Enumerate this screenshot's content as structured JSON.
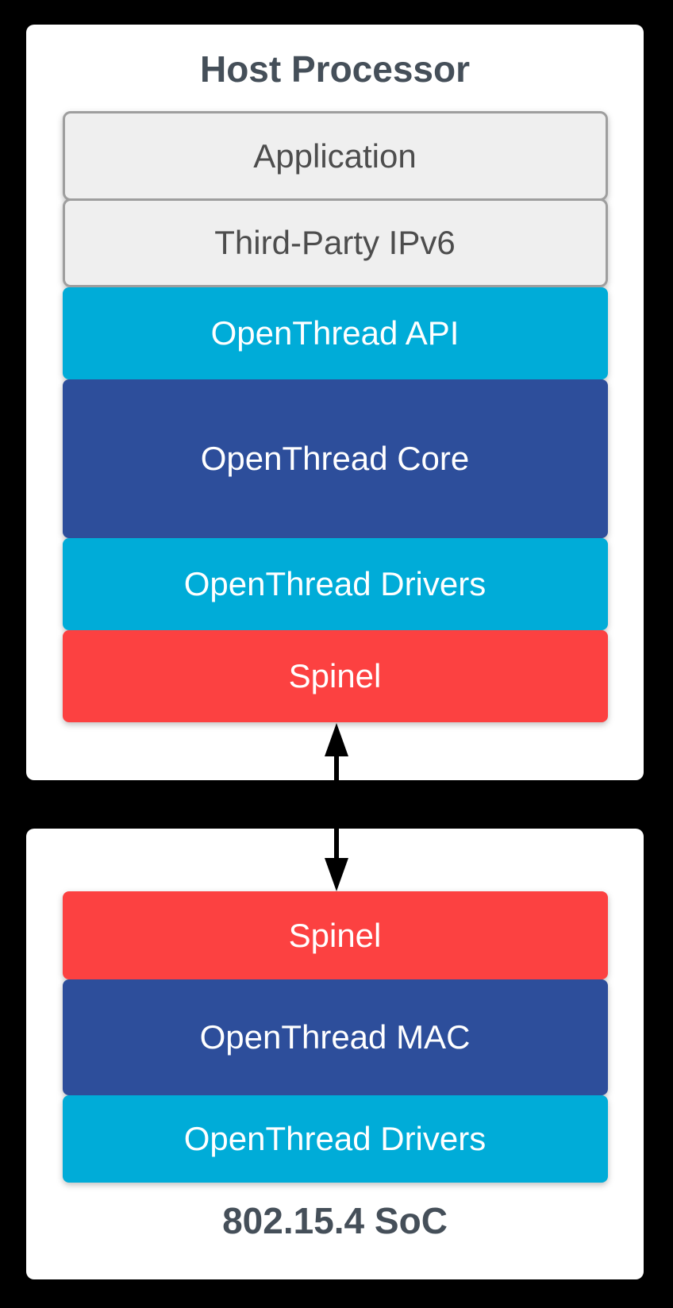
{
  "host": {
    "title": "Host Processor",
    "layers": [
      {
        "label": "Application",
        "type": "gray"
      },
      {
        "label": "Third-Party IPv6",
        "type": "gray"
      },
      {
        "label": "OpenThread API",
        "type": "cyan"
      },
      {
        "label": "OpenThread Core",
        "type": "blue"
      },
      {
        "label": "OpenThread Drivers",
        "type": "cyan"
      },
      {
        "label": "Spinel",
        "type": "red"
      }
    ]
  },
  "soc": {
    "title": "802.15.4 SoC",
    "layers": [
      {
        "label": "Spinel",
        "type": "red"
      },
      {
        "label": "OpenThread MAC",
        "type": "blue"
      },
      {
        "label": "OpenThread Drivers",
        "type": "cyan"
      }
    ]
  },
  "connector": {
    "type": "double-headed-vertical-arrow"
  },
  "colors": {
    "background": "#000000",
    "card": "#ffffff",
    "cyan": "#00acd8",
    "blue": "#2d4e9b",
    "red": "#fc4141",
    "gray_fill": "#efefef",
    "gray_border": "#9e9e9e",
    "title_text": "#454f59",
    "gray_box_text": "#4d4d4d",
    "white_text": "#ffffff",
    "arrow": "#000000"
  }
}
